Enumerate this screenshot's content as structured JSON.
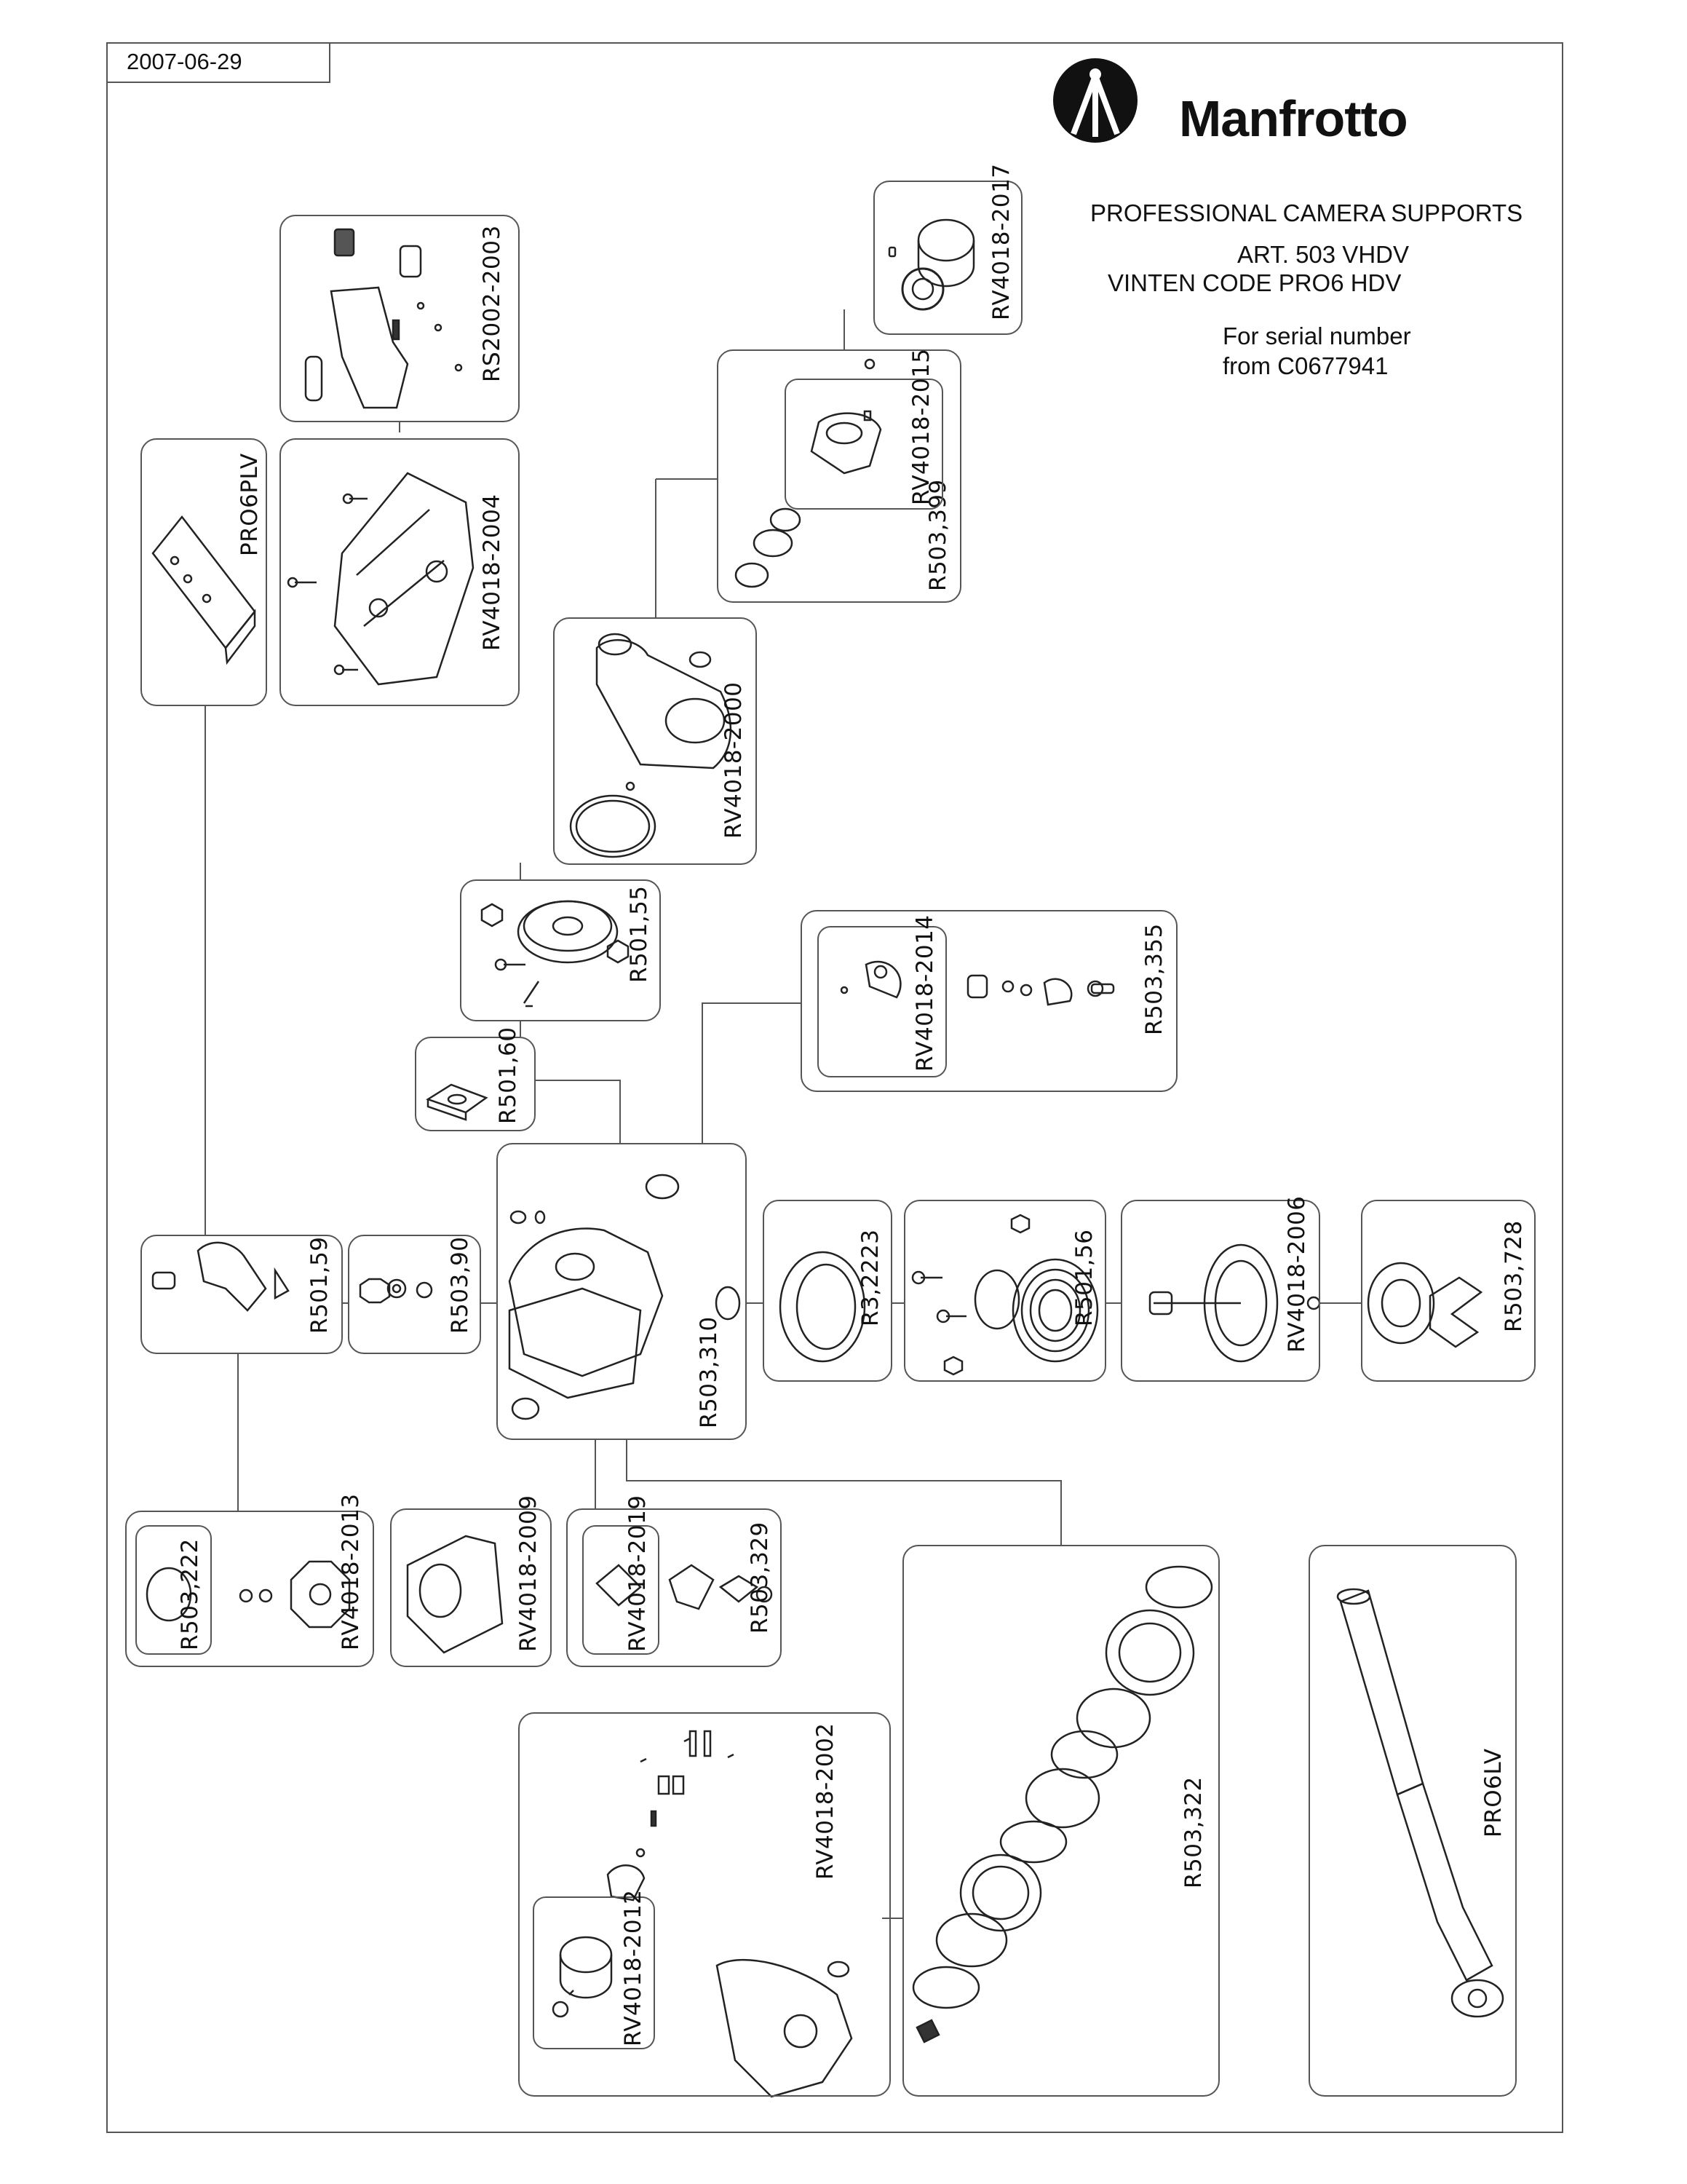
{
  "document": {
    "date": "2007-06-29",
    "brand": "Manfrotto",
    "heading": "PROFESSIONAL CAMERA SUPPORTS",
    "article": "ART. 503 VHDV",
    "vinten_code": "VINTEN CODE PRO6 HDV",
    "serial_line1": "For serial number",
    "serial_line2": "from C0677941"
  },
  "parts": {
    "rs2002_2003": "RS2002-2003",
    "pro6plv": "PRO6PLV",
    "rv4018_2004": "RV4018-2004",
    "rv4018_2017": "RV4018-2017",
    "r503_399": "R503,399",
    "rv4018_2015": "RV4018-2015",
    "rv4018_2000": "RV4018-2000",
    "r501_55": "R501,55",
    "r501_60": "R501,60",
    "r503_355": "R503,355",
    "rv4018_2014": "RV4018-2014",
    "r501_59": "R501,59",
    "r503_90": "R503,90",
    "r503_310": "R503,310",
    "r3_2223": "R3,2223",
    "r501_56": "R501,56",
    "rv4018_2006": "RV4018-2006",
    "r503_728": "R503,728",
    "r503_222": "R503,222",
    "rv4018_2013": "RV4018-2013",
    "rv4018_2009": "RV4018-2009",
    "rv4018_2019": "RV4018-2019",
    "r503_329": "R503,329",
    "r503_322": "R503,322",
    "pro6lv": "PRO6LV",
    "rv4018_2002": "RV4018-2002",
    "rv4018_2012": "RV4018-2012"
  }
}
